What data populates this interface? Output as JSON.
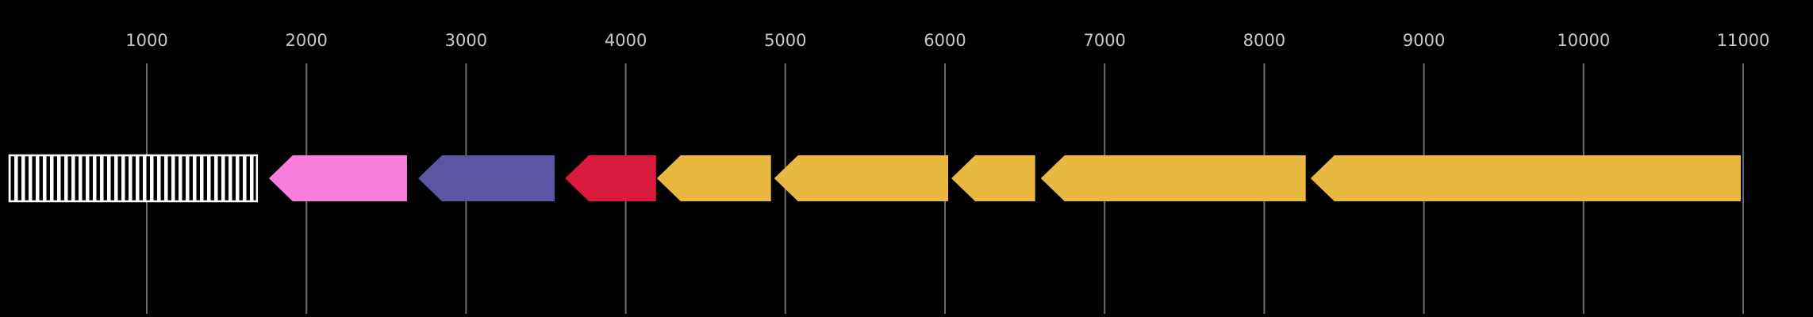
{
  "figure": {
    "kind": "genome-feature-map",
    "background_color": "#000000"
  },
  "axis": {
    "ticks": [
      1000,
      2000,
      3000,
      4000,
      5000,
      6000,
      7000,
      8000,
      9000,
      10000,
      11000
    ],
    "tick_color": "#c8c8c8",
    "gridline_color": "#6b6b6b"
  },
  "features": [
    {
      "name": "hatched-box",
      "start": 140,
      "end": 1690,
      "shape": "box",
      "direction": "none",
      "fill": "hatched-black-white-vertical-stripes",
      "stroke": "#ffffff"
    },
    {
      "name": "feature-pink",
      "start": 1765,
      "end": 2630,
      "shape": "arrow",
      "direction": "left",
      "color": "#f77fdb"
    },
    {
      "name": "feature-purple",
      "start": 2700,
      "end": 3555,
      "shape": "arrow",
      "direction": "left",
      "color": "#5b55a4"
    },
    {
      "name": "feature-red",
      "start": 3620,
      "end": 4190,
      "shape": "arrow",
      "direction": "left",
      "color": "#da1a3c"
    },
    {
      "name": "feature-gold-1",
      "start": 4195,
      "end": 4910,
      "shape": "arrow",
      "direction": "left",
      "color": "#e8b840"
    },
    {
      "name": "feature-gold-2",
      "start": 4930,
      "end": 6020,
      "shape": "arrow",
      "direction": "left",
      "color": "#e8b840"
    },
    {
      "name": "feature-gold-3",
      "start": 6040,
      "end": 6565,
      "shape": "arrow",
      "direction": "left",
      "color": "#e8b840"
    },
    {
      "name": "feature-gold-4",
      "start": 6600,
      "end": 8260,
      "shape": "arrow",
      "direction": "left",
      "color": "#e8b840"
    },
    {
      "name": "feature-gold-5",
      "start": 8290,
      "end": 10985,
      "shape": "arrow",
      "direction": "left",
      "color": "#e8b840"
    }
  ]
}
